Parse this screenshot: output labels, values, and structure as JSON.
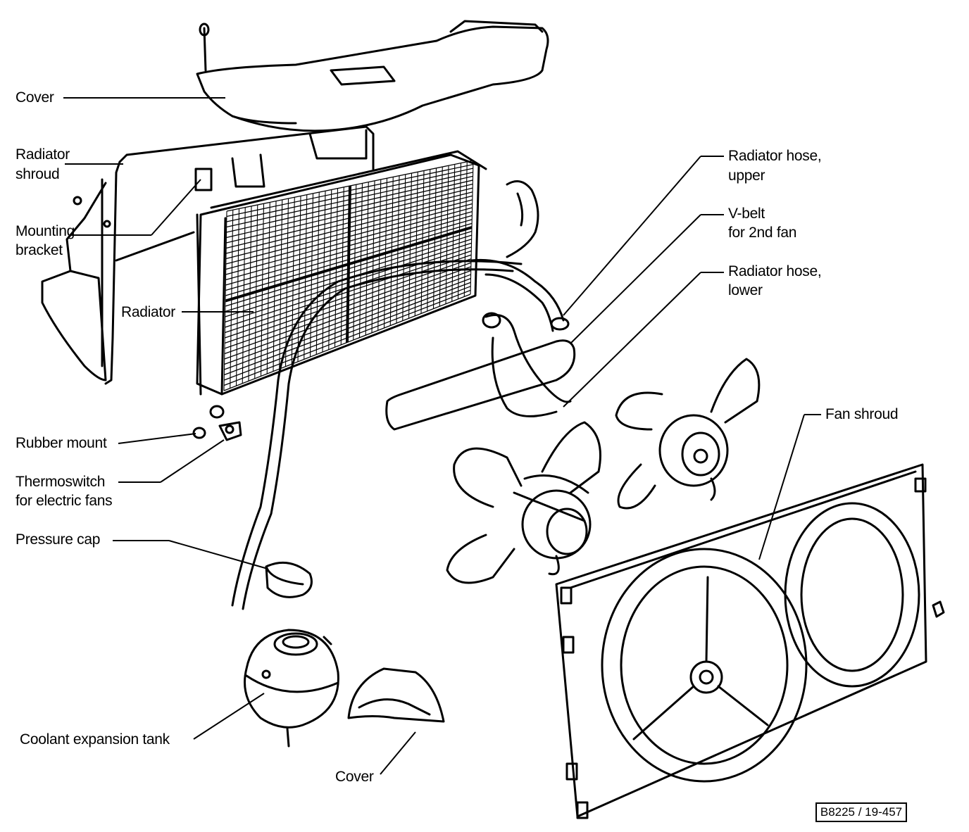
{
  "labels": {
    "cover_top": "Cover",
    "radiator_shroud_1": "Radiator",
    "radiator_shroud_2": "shroud",
    "mounting_bracket_1": "Mounting",
    "mounting_bracket_2": "bracket",
    "radiator": "Radiator",
    "rubber_mount": "Rubber mount",
    "thermoswitch_1": "Thermoswitch",
    "thermoswitch_2": "for electric fans",
    "pressure_cap": "Pressure cap",
    "coolant_tank": "Coolant  expansion tank",
    "cover_bottom": "Cover",
    "hose_upper_1": "Radiator hose,",
    "hose_upper_2": "upper",
    "vbelt_1": "V-belt",
    "vbelt_2": "for 2nd fan",
    "hose_lower_1": "Radiator hose,",
    "hose_lower_2": "lower",
    "fan_shroud": "Fan shroud",
    "reference_code": "B8225 / 19-457"
  }
}
